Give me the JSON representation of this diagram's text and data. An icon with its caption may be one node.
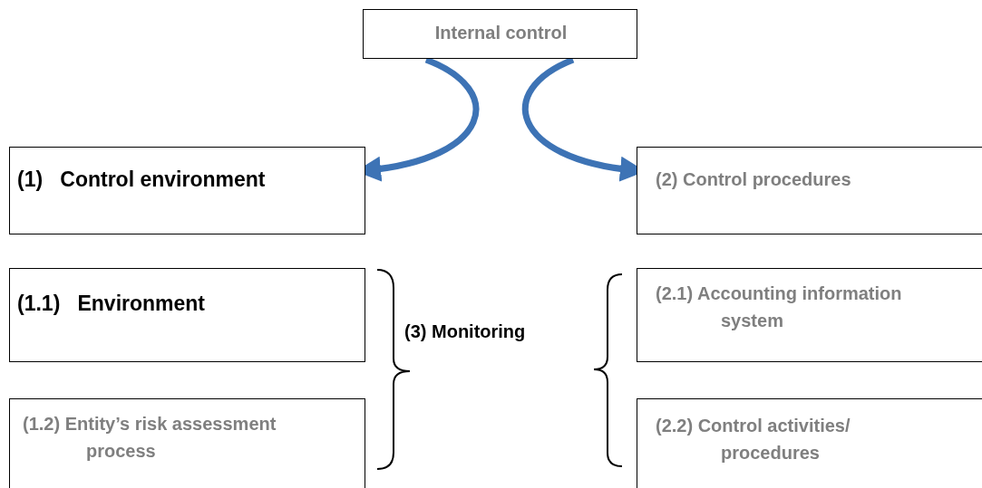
{
  "diagram": {
    "nodes": [
      {
        "text": [
          "Internal control"
        ]
      },
      {
        "text": [
          "(1)   Control environment"
        ]
      },
      {
        "text": [
          "(2) Control procedures"
        ]
      },
      {
        "text": [
          "(1.1)   Environment"
        ]
      },
      {
        "text": [
          "(1.2) Entity’s risk assessment process"
        ]
      },
      {
        "text": [
          "(2.1) Accounting information system"
        ]
      },
      {
        "text": [
          "(2.2) Control activities/ procedures"
        ]
      }
    ],
    "edges": [
      {
        "from": 0,
        "to": 1,
        "arrow": "to"
      },
      {
        "from": 0,
        "to": 2,
        "arrow": "to"
      }
    ],
    "labels": [
      "(3) Monitoring"
    ]
  }
}
